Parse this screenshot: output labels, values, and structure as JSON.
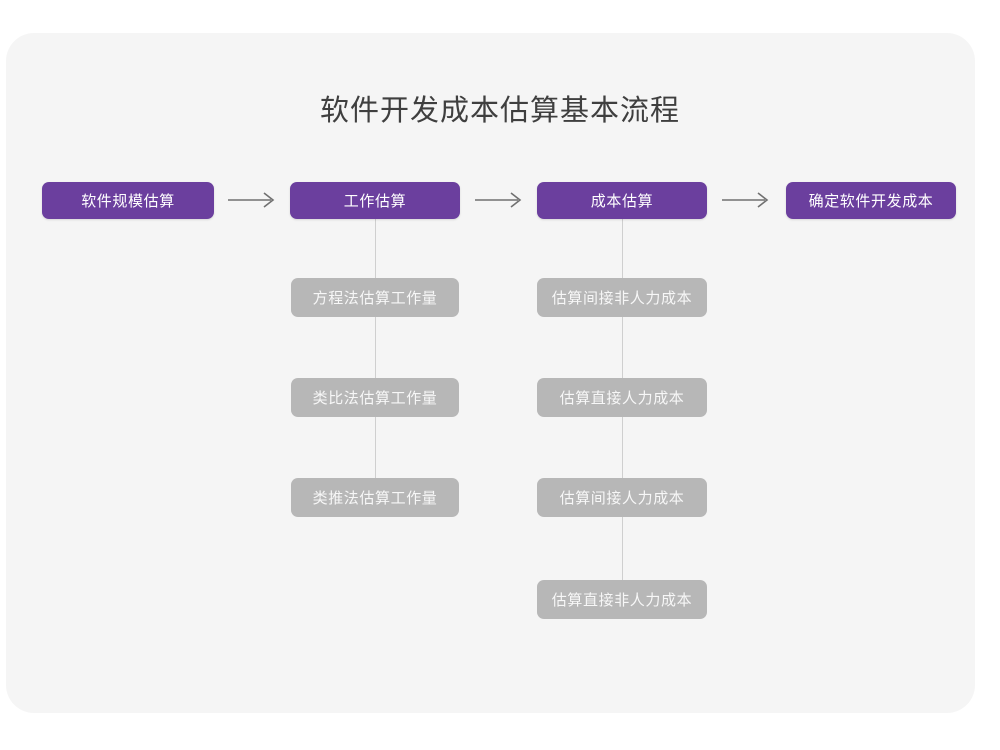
{
  "diagram": {
    "title": "软件开发成本估算基本流程",
    "colors": {
      "background": "#ffffff",
      "card": "#f5f5f5",
      "primary": "#6b3f9e",
      "secondary": "#b7b7b7",
      "connector": "#cfcfcf",
      "arrow": "#707070",
      "title_text": "#3f3f3f",
      "node_text": "#ffffff"
    },
    "main_flow": [
      {
        "label": "软件规模估算"
      },
      {
        "label": "工作估算"
      },
      {
        "label": "成本估算"
      },
      {
        "label": "确定软件开发成本"
      }
    ],
    "arrows": [
      {
        "glyph": "⟶"
      },
      {
        "glyph": "⟶"
      },
      {
        "glyph": "⟶"
      }
    ],
    "branches": [
      {
        "parent": "工作估算",
        "items": [
          {
            "label": "方程法估算工作量"
          },
          {
            "label": "类比法估算工作量"
          },
          {
            "label": "类推法估算工作量"
          }
        ]
      },
      {
        "parent": "成本估算",
        "items": [
          {
            "label": "估算间接非人力成本"
          },
          {
            "label": "估算直接人力成本"
          },
          {
            "label": "估算间接人力成本"
          },
          {
            "label": "估算直接非人力成本"
          }
        ]
      }
    ]
  }
}
